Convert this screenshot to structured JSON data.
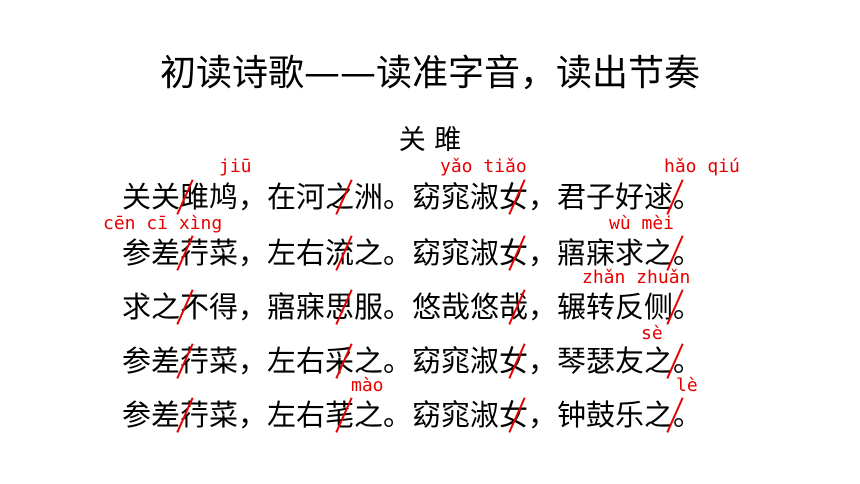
{
  "slide": {
    "title": "初读诗歌——读准字音，读出节奏"
  },
  "poem": {
    "title": "关 雎",
    "lines": [
      "关关雎鸠，在河之洲。窈窕淑女，君子好逑。",
      "参差荇菜，左右流之。窈窕淑女，寤寐求之。",
      "求之不得，寤寐思服。悠哉悠哉，辗转反侧。",
      "参差荇菜，左右采之。窈窕淑女，琴瑟友之。",
      "参差荇菜，左右芼之。窈窕淑女，钟鼓乐之。"
    ],
    "pinyin": [
      "jiū",
      "yǎo tiǎo",
      "hǎo qiú",
      "cēn cī xìng",
      "wù mèi",
      "zhǎn zhuǎn",
      "sè",
      "mào",
      "lè"
    ]
  },
  "colors": {
    "text": "#000000",
    "annotation": "#e60000",
    "background": "#ffffff"
  }
}
